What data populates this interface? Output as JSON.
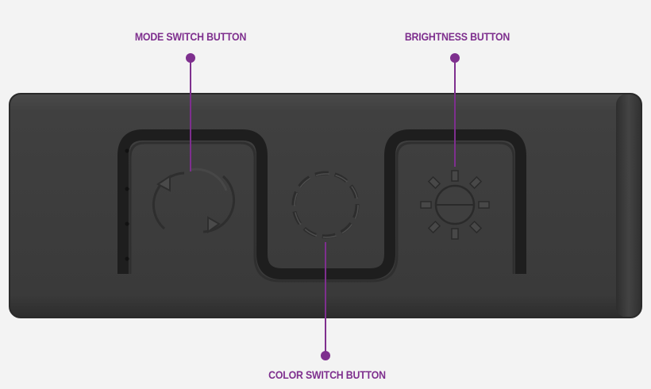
{
  "callouts": {
    "mode": "MODE SWITCH BUTTON",
    "brightness": "BRIGHTNESS BUTTON",
    "color": "COLOR SWITCH BUTTON"
  },
  "colors": {
    "background": "#f3f3f3",
    "device_body": "#3d3d3d",
    "device_edge": "#2a2a2a",
    "recess": "#1c1c1c",
    "callout_accent": "#7e2f8e"
  },
  "icons": {
    "mode": "refresh-cycle-icon",
    "color": "dashed-circle-icon",
    "brightness": "sun-icon"
  }
}
